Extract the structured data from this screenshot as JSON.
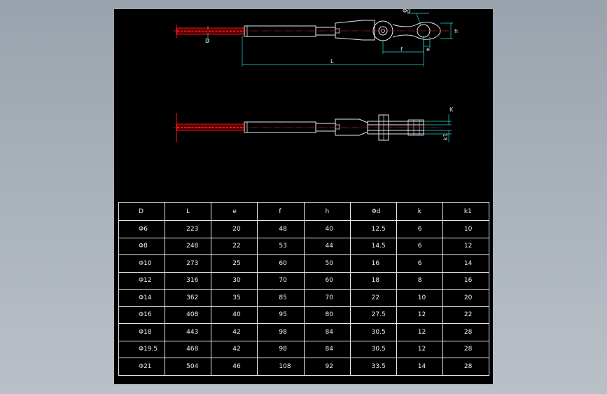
{
  "drawing": {
    "labels": {
      "phi_d": "Φd",
      "h": "h",
      "D": "D",
      "f": "f",
      "e": "e",
      "L": "L",
      "k": "K",
      "k1": "k1"
    }
  },
  "table": {
    "headers": [
      "D",
      "L",
      "e",
      "f",
      "h",
      "Φd",
      "k",
      "k1"
    ],
    "rows": [
      [
        "Φ6",
        "223",
        "20",
        "48",
        "40",
        "12.5",
        "6",
        "10"
      ],
      [
        "Φ8",
        "248",
        "22",
        "53",
        "44",
        "14.5",
        "6",
        "12"
      ],
      [
        "Φ10",
        "273",
        "25",
        "60",
        "50",
        "16",
        "6",
        "14"
      ],
      [
        "Φ12",
        "316",
        "30",
        "70",
        "60",
        "18",
        "8",
        "16"
      ],
      [
        "Φ14",
        "362",
        "35",
        "85",
        "70",
        "22",
        "10",
        "20"
      ],
      [
        "Φ16",
        "408",
        "40",
        "95",
        "80",
        "27.5",
        "12",
        "22"
      ],
      [
        "Φ18",
        "443",
        "42",
        "98",
        "84",
        "30.5",
        "12",
        "28"
      ],
      [
        "Φ19.5",
        "468",
        "42",
        "98",
        "84",
        "30.5",
        "12",
        "28"
      ],
      [
        "Φ21",
        "504",
        "46",
        "108",
        "92",
        "33.5",
        "14",
        "28"
      ]
    ]
  }
}
